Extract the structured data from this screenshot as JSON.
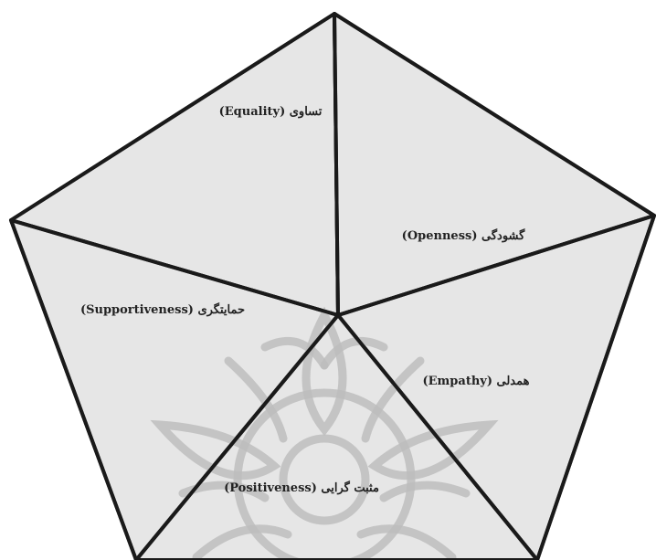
{
  "diagram": {
    "segments": [
      {
        "key": "equality",
        "label": "تساوی (Equality)"
      },
      {
        "key": "openness",
        "label": "گشودگی (Openness)"
      },
      {
        "key": "supportiveness",
        "label": "حمایتگری (Supportiveness)"
      },
      {
        "key": "empathy",
        "label": "همدلی (Empathy)"
      },
      {
        "key": "positiveness",
        "label": "مثبت گرایی (Positiveness)"
      }
    ]
  },
  "colors": {
    "segment_fill": "#e6e6e6",
    "outline": "#1a1a1a",
    "watermark": "#bdbdbd"
  }
}
